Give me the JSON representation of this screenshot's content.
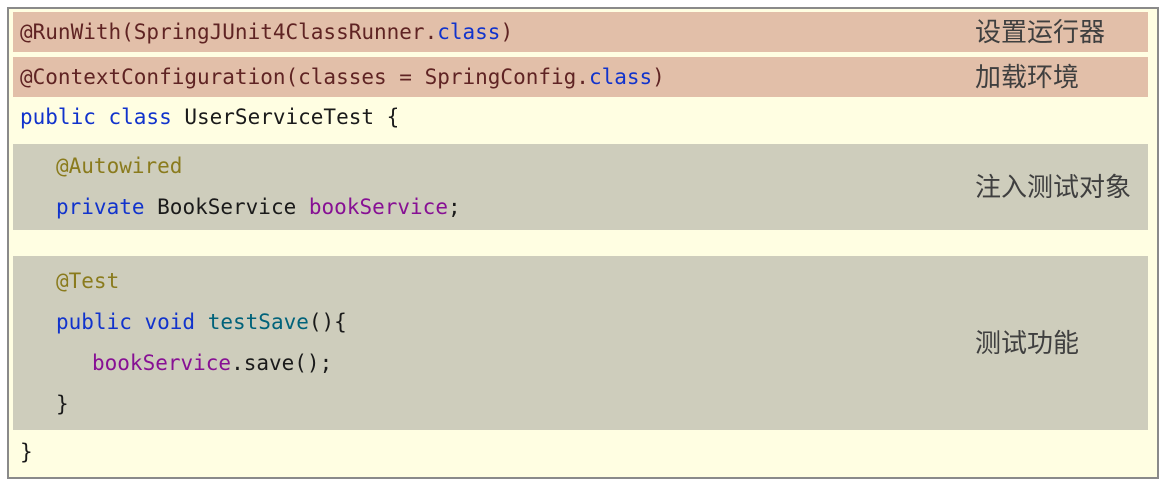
{
  "colors": {
    "page_background": "#ffffff",
    "panel_background": "#fffee2",
    "panel_border": "#8a8a8a",
    "highlight_salmon": "#e2bfa9",
    "highlight_gray": "#cecdbc",
    "keyword_blue": "#1133cc",
    "annotation_maroon": "#5f2323",
    "annotation_olive": "#8a7b1d",
    "field_purple": "#871094",
    "method_teal": "#00627a",
    "code_plain": "#1a1a1a",
    "callout_text": "#3f3f3f"
  },
  "code": {
    "lines": [
      {
        "tokens": [
          {
            "text": "@RunWith(SpringJUnit4ClassRunner."
          },
          {
            "text": "class"
          },
          {
            "text": ")"
          }
        ]
      },
      {
        "tokens": [
          {
            "text": "@ContextConfiguration(classes = SpringConfig."
          },
          {
            "text": "class"
          },
          {
            "text": ")"
          }
        ]
      },
      {
        "tokens": [
          {
            "text": "public class"
          },
          {
            "text": " UserServiceTest {"
          }
        ]
      },
      {
        "tokens": [
          {
            "text": "@Autowired"
          }
        ]
      },
      {
        "tokens": [
          {
            "text": "private"
          },
          {
            "text": " BookService "
          },
          {
            "text": "bookService"
          },
          {
            "text": ";"
          }
        ]
      },
      {
        "tokens": [
          {
            "text": "@Test"
          }
        ]
      },
      {
        "tokens": [
          {
            "text": "public void"
          },
          {
            "text": " "
          },
          {
            "text": "testSave"
          },
          {
            "text": "(){"
          }
        ]
      },
      {
        "tokens": [
          {
            "text": "bookService"
          },
          {
            "text": ".save();"
          }
        ]
      },
      {
        "tokens": [
          {
            "text": "}"
          }
        ]
      },
      {
        "tokens": [
          {
            "text": "}"
          }
        ]
      }
    ]
  },
  "annotations": [
    {
      "text": "设置运行器"
    },
    {
      "text": "加载环境"
    },
    {
      "text": "注入测试对象"
    },
    {
      "text": "测试功能"
    }
  ]
}
